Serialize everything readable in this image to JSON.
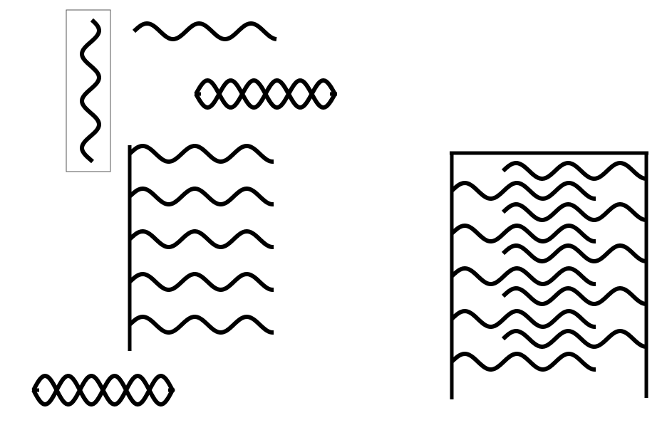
{
  "colors": {
    "background": "#ffffff",
    "stroke": "#000000",
    "frame": "#555555"
  },
  "symbols": [
    {
      "name": "wavy-line-vertical-framed",
      "interactable": true
    },
    {
      "name": "wavy-line-single",
      "interactable": true
    },
    {
      "name": "double-wavy-line-braided",
      "interactable": true
    },
    {
      "name": "comb-of-wavy-lines",
      "interactable": true
    },
    {
      "name": "double-wavy-line-braided-small",
      "interactable": true
    },
    {
      "name": "framed-staggered-wavy-lines",
      "interactable": true
    }
  ]
}
